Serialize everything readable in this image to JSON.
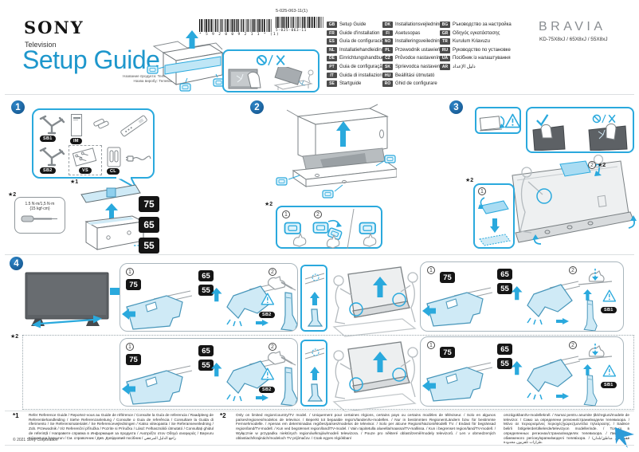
{
  "header": {
    "brand": "SONY",
    "product_type": "Television",
    "title": "Setup Guide",
    "product_name_ru": "Название продукта: Телевизор",
    "product_name_ua": "Назва виробу: Телевізор",
    "doc_number": "5-025-063-11(1)",
    "barcode1_digits": "* 5 9 2 0 0 9 2 1 1 * (1)",
    "barcode2_digits": "5-025-063-11",
    "bravia_logo": "BRAVIA",
    "models": "KD-75X8xJ / 65X8xJ / 55X8xJ"
  },
  "languages": {
    "col1": [
      {
        "code": "GB",
        "label": "Setup Guide"
      },
      {
        "code": "FR",
        "label": "Guide d'installation"
      },
      {
        "code": "ES",
        "label": "Guía de configuración"
      },
      {
        "code": "NL",
        "label": "Installatiehandleiding"
      },
      {
        "code": "DE",
        "label": "Einrichtungshandbuch"
      },
      {
        "code": "PT",
        "label": "Guia de configuração"
      },
      {
        "code": "IT",
        "label": "Guida di installazione"
      },
      {
        "code": "SE",
        "label": "Startguide"
      }
    ],
    "col2": [
      {
        "code": "DK",
        "label": "Installationsvejledning"
      },
      {
        "code": "FI",
        "label": "Asetusopas"
      },
      {
        "code": "NO",
        "label": "Installeringsveiledning"
      },
      {
        "code": "PL",
        "label": "Przewodnik ustawień"
      },
      {
        "code": "CZ",
        "label": "Průvodce nastavením"
      },
      {
        "code": "SK",
        "label": "Sprievodca nastavením"
      },
      {
        "code": "HU",
        "label": "Beállítási útmutató"
      },
      {
        "code": "RO",
        "label": "Ghid de configurare"
      }
    ],
    "col3": [
      {
        "code": "BG",
        "label": "Ръководство за настройка"
      },
      {
        "code": "GR",
        "label": "Οδηγός εγκατάστασης"
      },
      {
        "code": "TR",
        "label": "Kurulum Kılavuzu"
      },
      {
        "code": "RU",
        "label": "Руководство по установке"
      },
      {
        "code": "UA",
        "label": "Посібник із налаштування"
      },
      {
        "code": "AR",
        "label": "دليل الإعداد"
      }
    ]
  },
  "steps": {
    "n1": "1",
    "n2": "2",
    "n3": "3",
    "n4": "4"
  },
  "subs": {
    "s1": "1",
    "s2": "2"
  },
  "stars": {
    "s1": "★1",
    "s2": "★2"
  },
  "parts": {
    "sb1": "SB1",
    "im": "IM",
    "sb2": "SB2",
    "vs": "VS",
    "cl": "CL"
  },
  "torque": {
    "l1": "1.5 N·m/1,5 N·m",
    "l2": "{15 kgf·cm}"
  },
  "sizes": {
    "s75": "75",
    "s65": "65",
    "s55": "55"
  },
  "footnotes": {
    "n1_label": "*1",
    "n1_text": "Refer Reference Guide / Reportez-vous au Guide de référence / Consulte la Guía de referencia / Raadpleeg de Referentiehandleiding / Siehe Referenzanleitung / Consulte o Guia de referência / Consultare la Guida di riferimento / Se Referensmaterialet / Se Referencevejledningen / Katso viiteopasta / Se Referanseveiledning / Zob. Przewodnik / Viz Referenční příručka / Pozrite si Príručku / Lásd: Felhasználói útmutató / Consultați ghidul de referință / Направете справка в Информация за продукта / Ανατρέξτε στον Οδηγό αναφοράς / Başvuru Kılavuzuna başvurun / См. справочник / Див. Довідковий посібник / راجع الدليل المرجعي",
    "n2_label": "*2",
    "n2_text_a": "Only on limited region/country/TV model. / Uniquement pour certaines régions, certains pays ou certains modèles de téléviseur. / Solo en algunos países/regiones/modelos de televisor. / Beperkt tot bepaalde regio's/landen/tv-modellen. / Nur in bestimmten Regionen/Ländern bzw. für bestimmte Fernsehmodelle. / Apenas em determinadas regiões/países/modelos de televisor. / Solo per alcune Regioni/Nazioni/Modelli TV. / Endast för begränsad region/land/TV-modell. / Kun ved begrænset region/land/TV-model. / Vain rajoitetulla alueella/maassa/TV-mallissa. / Kun i begrenset region/land/TV-modell. / Wyłącznie w przypadku niektórych regionów/krajów/modeli telewizora. / Pouze pro některé oblasti/země/modely televizorů. / Len v obmedzených oblastiach/krajinách/modeloch TV prijímačov. / Csak egyes régiókban/",
    "n2_text_b": "országokban/tv-modelleknél. / Numai pentru anumite țări/regiuni/modele de televizor. / Само за определени региони/страни/модели телевизора. / Μόνο σε περιορισμένες περιοχές/χώρες/μοντέλα τηλεόρασης. / Sadece belirli bölgelerde/ülkelerde/televizyon modellerinde. / Только в определенных регионах/странах/моделях телевизора. / Лише для обмеженого регіону/країни/моделі телевізора. / فقط في مناطق/بلدان/طرازات تلفزيون محدودة."
  },
  "copyright": "© 2021 Sony Corporation"
}
